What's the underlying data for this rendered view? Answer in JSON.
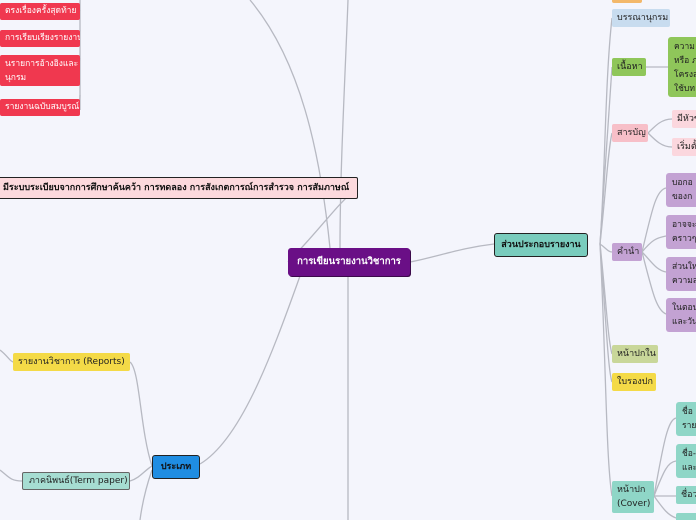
{
  "central": "การเขียนรายงานวิชาการ",
  "left": {
    "red_items": [
      "ตรงเรื่องครั้งสุดท้าย",
      "การเรียบเรียงรายงาน",
      "นรายการอ้างอิงและ",
      "นุกรม",
      "รายงานฉบับสมบูรณ์"
    ],
    "long_node": "มีระบบระเบียบจากการศึกษาค้นคว้า การทดลอง การสังเกตการณ์การสำรวจ การสัมภาษณ์",
    "type_node": "ประเภท",
    "reports": "รายงานวิชาการ (Reports)",
    "term_paper": "ภาคนิพนธ์(Term paper)"
  },
  "right": {
    "main": "ส่วนประกอบรายงาน",
    "bibliography": "บรรณานุกรม",
    "content": "เนื้อหา",
    "content_detail": [
      "ความ",
      "หรือ ภ",
      "โครงส",
      "ใช้บท"
    ],
    "toc": "สารบัญ",
    "toc_children": [
      "มีหัวข้",
      "เริ่มตั้"
    ],
    "intro": "คำนำ",
    "intro_children": [
      [
        "บอกอ",
        "ของก"
      ],
      [
        "อาจจะ",
        "คราวๆ"
      ],
      [
        "ส่วนให",
        "ความส"
      ],
      [
        "ในตอน",
        "และวัน"
      ]
    ],
    "inner_title": "หน้าปกใน",
    "cover_sheet": "ใบรองปก",
    "cover": [
      "หน้าปก",
      "(Cover)"
    ],
    "cover_children": [
      [
        "ชื่อ",
        "ราย"
      ],
      [
        "ชื่อ-",
        "และ"
      ],
      [
        "ชื่อว"
      ],
      [
        ""
      ]
    ]
  }
}
